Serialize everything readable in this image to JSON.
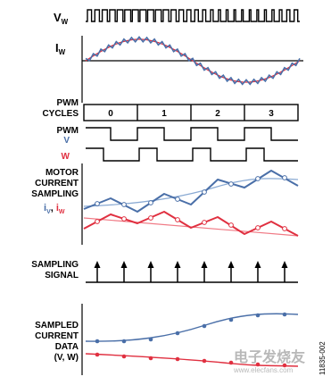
{
  "labels": {
    "vw": "V",
    "vw_sub": "W",
    "iw": "I",
    "iw_sub": "W",
    "pwm_cycles_1": "PWM",
    "pwm_cycles_2": "CYCLES",
    "pwm": "PWM",
    "v": "V",
    "w": "W",
    "motor": "MOTOR",
    "current": "CURRENT",
    "sampling": "SAMPLING",
    "iv": "i",
    "iv_sub": "V",
    "comma": ", ",
    "iw_small": "i",
    "iw_small_sub": "W",
    "sampling_signal_1": "SAMPLING",
    "sampling_signal_2": "SIGNAL",
    "sampled_1": "SAMPLED",
    "sampled_2": "CURRENT",
    "sampled_3": "DATA",
    "sampled_4": "(V, W)"
  },
  "cycles": [
    "0",
    "1",
    "2",
    "3"
  ],
  "figure_code": "11835-002",
  "watermark": "电子发烧友",
  "watermark_url": "www.elecfans.com",
  "colors": {
    "blue": "#4a6fa8",
    "blue_light": "#8aaad3",
    "red": "#e03040",
    "red_light": "#f07a85",
    "black": "#000000"
  }
}
